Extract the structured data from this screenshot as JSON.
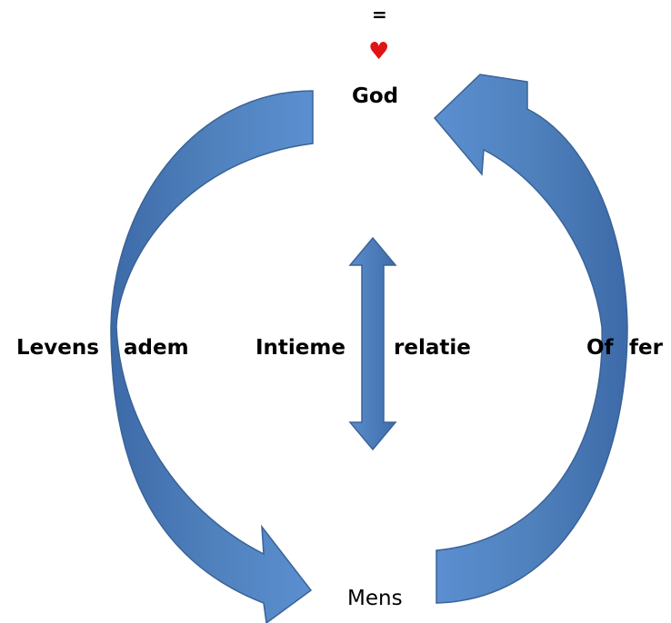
{
  "labels": {
    "equals": "=",
    "heart": "♥",
    "god": "God",
    "mens": "Mens",
    "left_part1": "Levens",
    "left_part2": "adem",
    "center_part1": "Intieme",
    "center_part2": "relatie",
    "right_part1": "Of",
    "right_part2": "fer"
  },
  "colors": {
    "arrow_fill": "#4f81bd",
    "arrow_stroke": "#3a6396",
    "heart": "#e11414",
    "text": "#000000"
  }
}
